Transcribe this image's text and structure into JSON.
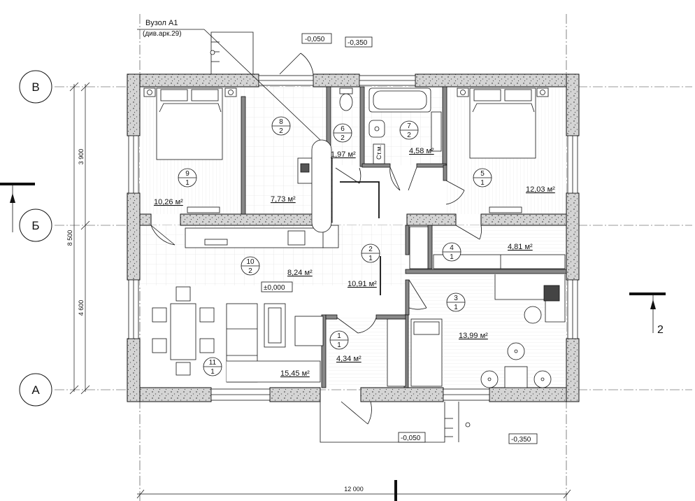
{
  "axes": {
    "v": "В",
    "b": "Б",
    "a": "А"
  },
  "node": {
    "title": "Вузол А1",
    "ref": "(див.арк.29)"
  },
  "levels": {
    "top_left": "-0,050",
    "top_right": "-0,350",
    "bottom_left": "-0,050",
    "bottom_right": "-0,350",
    "floor": "±0,000"
  },
  "dims": {
    "upper": "3 900",
    "total": "8 500",
    "lower": "4 600",
    "width": "12 000"
  },
  "section": {
    "number": "2"
  },
  "closet": "Ст.м.",
  "rooms": [
    {
      "top": "9",
      "bottom": "1",
      "area": "10,26 м²"
    },
    {
      "top": "8",
      "bottom": "2",
      "area": "7,73 м²"
    },
    {
      "top": "6",
      "bottom": "2",
      "area": "1,97 м²"
    },
    {
      "top": "7",
      "bottom": "2",
      "area": "4,58 м²"
    },
    {
      "top": "5",
      "bottom": "1",
      "area": "12,03 м²"
    },
    {
      "top": "10",
      "bottom": "2",
      "area": "8,24 м²"
    },
    {
      "top": "2",
      "bottom": "1",
      "area": "10,91 м²"
    },
    {
      "top": "4",
      "bottom": "1",
      "area": "4,81 м²"
    },
    {
      "top": "3",
      "bottom": "1",
      "area": "13,99 м²"
    },
    {
      "top": "1",
      "bottom": "1",
      "area": "4,34 м²"
    },
    {
      "top": "11",
      "bottom": "1",
      "area": "15,45 м²"
    }
  ]
}
